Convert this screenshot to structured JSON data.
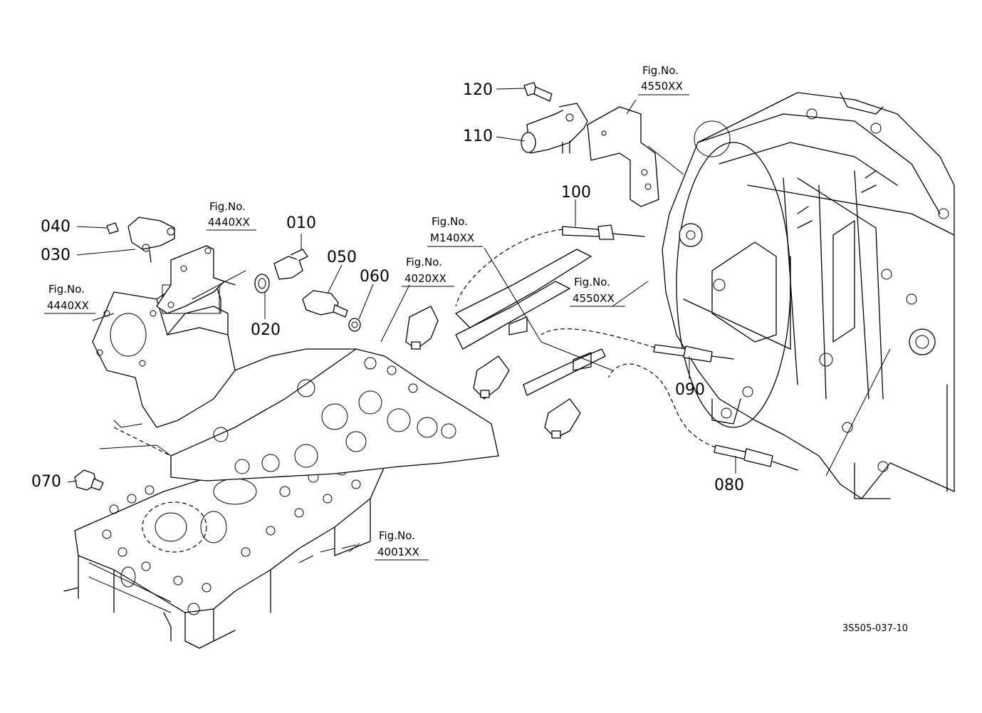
{
  "part_labels": {
    "p010": "010",
    "p020": "020",
    "p030": "030",
    "p040": "040",
    "p050": "050",
    "p060": "060",
    "p070": "070",
    "p080": "080",
    "p090": "090",
    "p100": "100",
    "p110": "110",
    "p120": "120"
  },
  "fig_refs": {
    "fig_4550_top": {
      "label": "Fig.No.",
      "num": "4550XX"
    },
    "fig_4440_top": {
      "label": "Fig.No.",
      "num": "4440XX"
    },
    "fig_4440_left": {
      "label": "Fig.No.",
      "num": "4440XX"
    },
    "fig_m140": {
      "label": "Fig.No.",
      "num": "M140XX"
    },
    "fig_4020": {
      "label": "Fig.No.",
      "num": "4020XX"
    },
    "fig_4550_mid": {
      "label": "Fig.No.",
      "num": "4550XX"
    },
    "fig_4001": {
      "label": "Fig.No.",
      "num": "4001XX"
    }
  },
  "drawing_code": "3S505-037-10"
}
